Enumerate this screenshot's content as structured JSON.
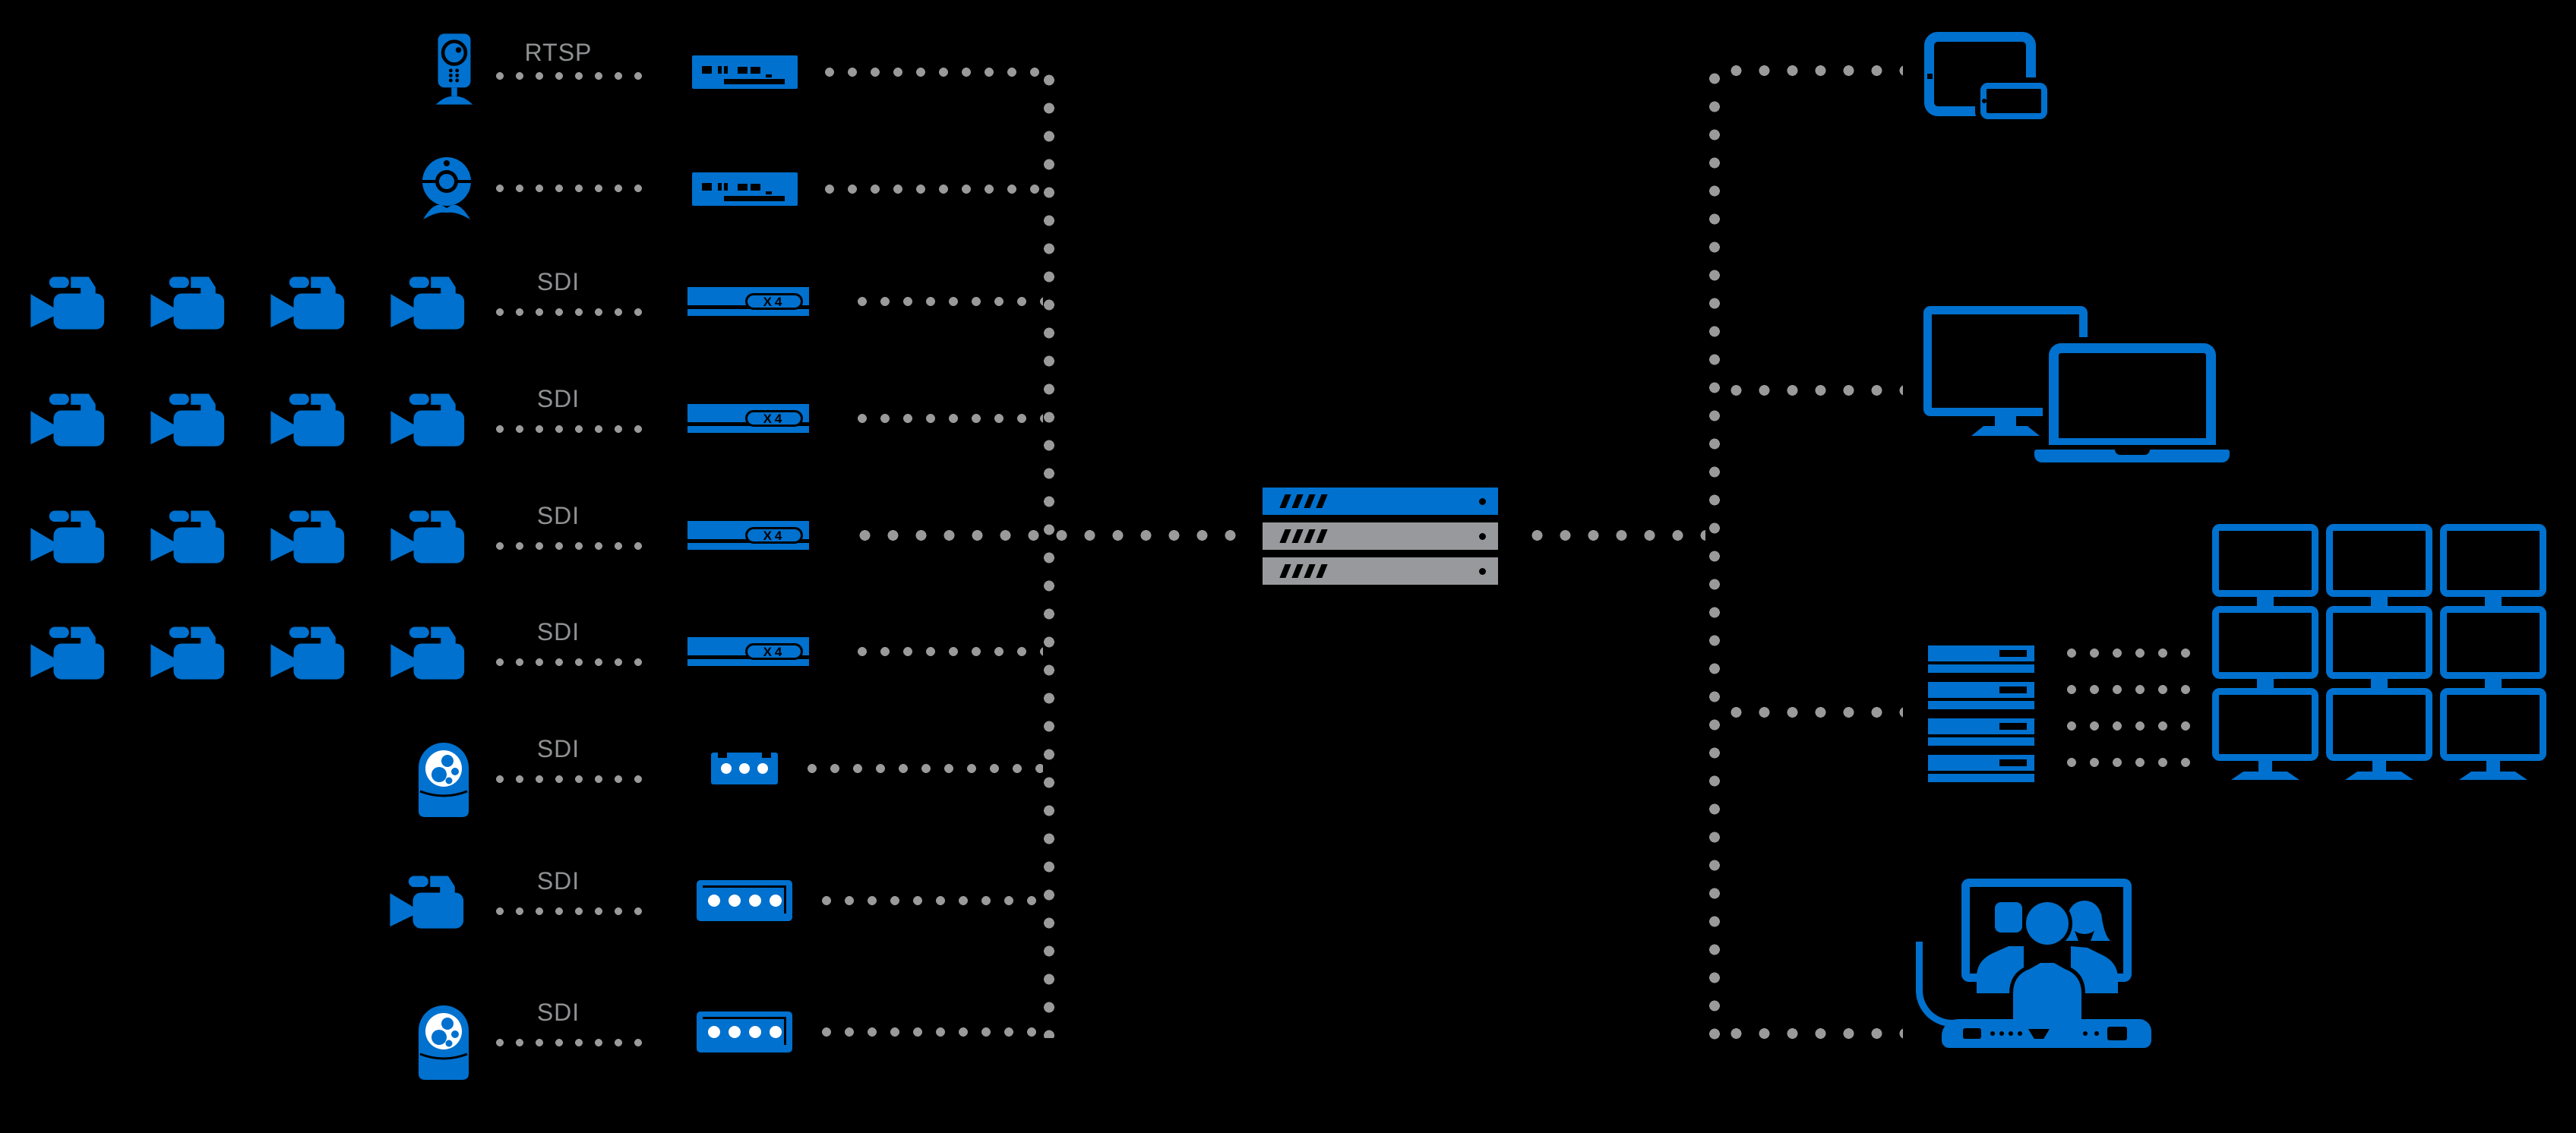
{
  "colors": {
    "background": "#000000",
    "blue": "#0071CE",
    "dot_gray": "#9A9A9A",
    "label_gray": "#8F9193",
    "server_gray": "#97999D"
  },
  "labels": {
    "rtsp": "RTSP",
    "sdi": "SDI",
    "x4": "X4"
  },
  "sources": [
    {
      "id": "ip-camera",
      "label": "RTSP",
      "count": 1,
      "encoder": "rack-encoder"
    },
    {
      "id": "usb-webcam",
      "label": "",
      "count": 1,
      "encoder": "rack-encoder"
    },
    {
      "id": "sdi-camera-group-1",
      "label": "SDI",
      "count": 4,
      "encoder": "x4-sdi-encoder"
    },
    {
      "id": "sdi-camera-group-2",
      "label": "SDI",
      "count": 4,
      "encoder": "x4-sdi-encoder"
    },
    {
      "id": "sdi-camera-group-3",
      "label": "SDI",
      "count": 4,
      "encoder": "x4-sdi-encoder"
    },
    {
      "id": "sdi-camera-group-4",
      "label": "SDI",
      "count": 4,
      "encoder": "x4-sdi-encoder"
    },
    {
      "id": "ptz-dome-camera-1",
      "label": "SDI",
      "count": 1,
      "encoder": "compact-encoder"
    },
    {
      "id": "camcorder",
      "label": "SDI",
      "count": 1,
      "encoder": "portable-encoder"
    },
    {
      "id": "ptz-dome-camera-2",
      "label": "SDI",
      "count": 1,
      "encoder": "portable-encoder"
    }
  ],
  "core": {
    "server_units": 3,
    "server_unit_colors": [
      "#0071CE",
      "#97999D",
      "#97999D"
    ]
  },
  "outputs": [
    {
      "id": "mobile-devices",
      "devices": [
        "tablet",
        "smartphone"
      ]
    },
    {
      "id": "desktop-devices",
      "devices": [
        "monitor",
        "laptop"
      ]
    },
    {
      "id": "video-wall",
      "decoder_units": 4,
      "wall_grid": "3x3"
    },
    {
      "id": "video-conference",
      "devices": [
        "display-with-participants",
        "codec-unit"
      ],
      "participants": 3
    }
  ]
}
